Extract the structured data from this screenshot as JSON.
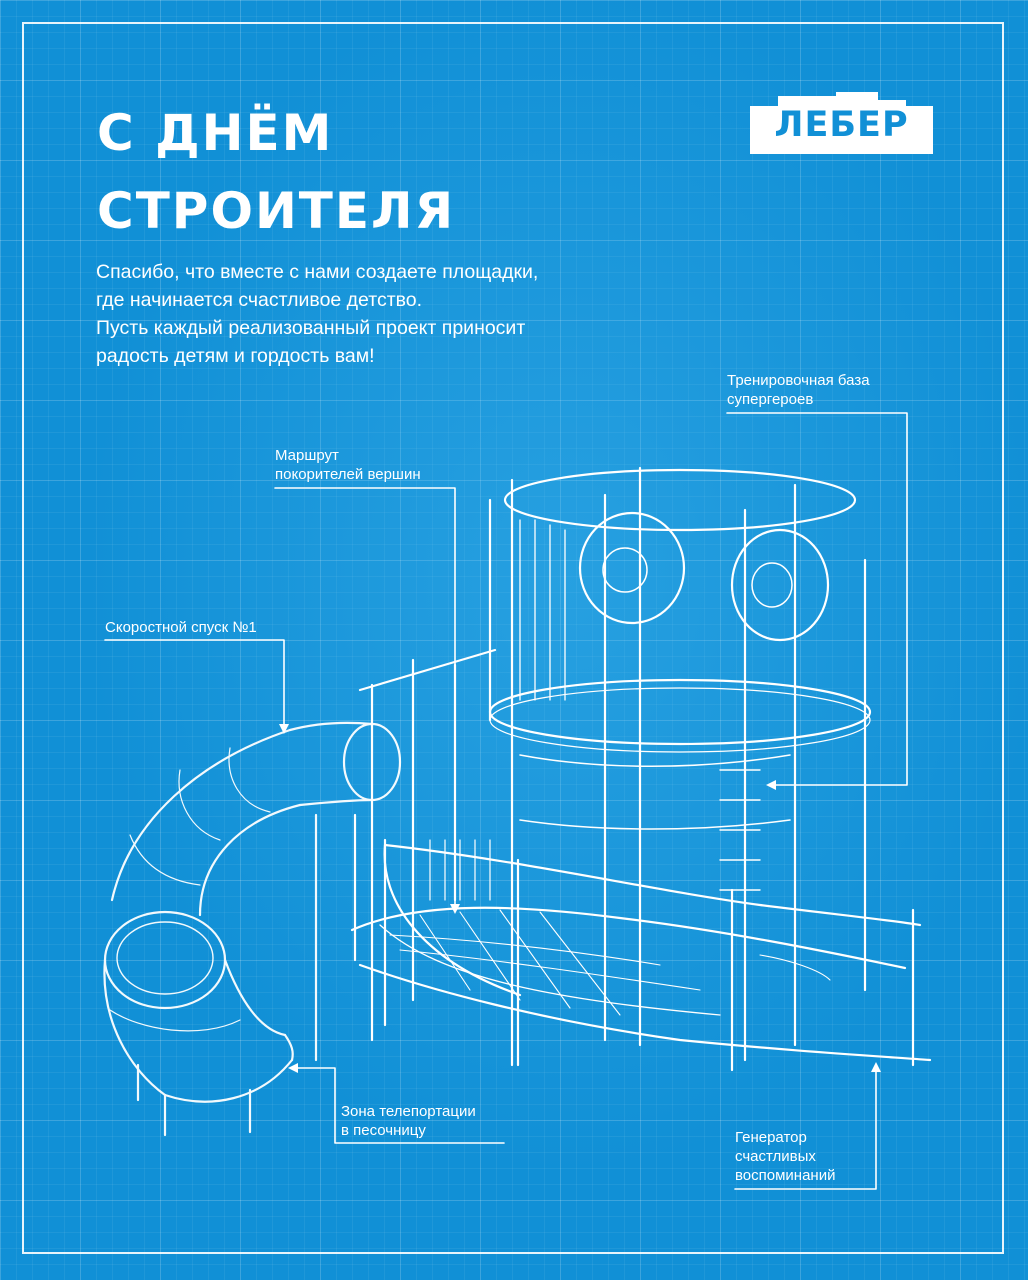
{
  "title": {
    "line1": "С ДНЁМ",
    "line2": "СТРОИТЕЛЯ"
  },
  "subtitle": [
    "Спасибо, что вместе с нами создаете площадки,",
    "где начинается счастливое детство.",
    "Пусть каждый реализованный проект приносит",
    "радость детям и гордость вам!"
  ],
  "logo": {
    "text": "ЛЕБЕР"
  },
  "labels": {
    "training_base": [
      "Тренировочная база",
      "супергероев"
    ],
    "route": [
      "Маршрут",
      "покорителей вершин"
    ],
    "slide": [
      "Скоростной спуск №1"
    ],
    "teleport": [
      "Зона телепортации",
      "в песочницу"
    ],
    "generator": [
      "Генератор",
      "счастливых",
      "воспоминаний"
    ]
  },
  "colors": {
    "background": "#1190d6",
    "line": "#ffffff"
  },
  "icons": [
    "playground-blueprint-illustration"
  ]
}
